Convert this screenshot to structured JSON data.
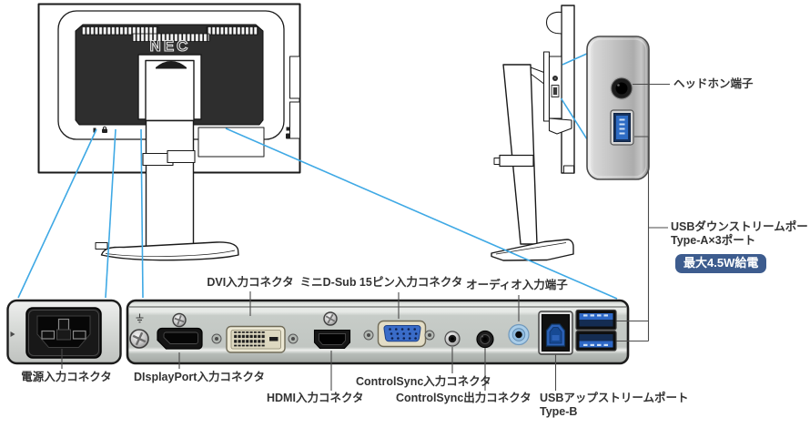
{
  "diagram": {
    "brand": "NEC",
    "labels": {
      "power": "電源入力コネクタ",
      "displayport": "DIsplayPort入力コネクタ",
      "dvi": "DVI入力コネクタ",
      "hdmi": "HDMI入力コネクタ",
      "dsub15": "ミニD-Sub 15ピン入力コネクタ",
      "controlsync_in": "ControlSync入力コネクタ",
      "controlsync_out": "ControlSync出力コネクタ",
      "audio_in": "オーディオ入力端子",
      "usb_upstream_line1": "USBアップストリームポート",
      "usb_upstream_line2": "Type-B",
      "headphone": "ヘッドホン端子",
      "usb_downstream_line1": "USBダウンストリームポート",
      "usb_downstream_line2": "Type-A×3ポート",
      "power_badge": "最大4.5W給電"
    },
    "colors": {
      "leader_blue": "#3fa9e5",
      "badge_blue": "#3d5c8e",
      "usb_blue": "#2e68c6",
      "vga_blue": "#3a6cc8",
      "audio_jack_blue": "#a9cde9",
      "panel_gray": "#c6cbc7"
    }
  }
}
